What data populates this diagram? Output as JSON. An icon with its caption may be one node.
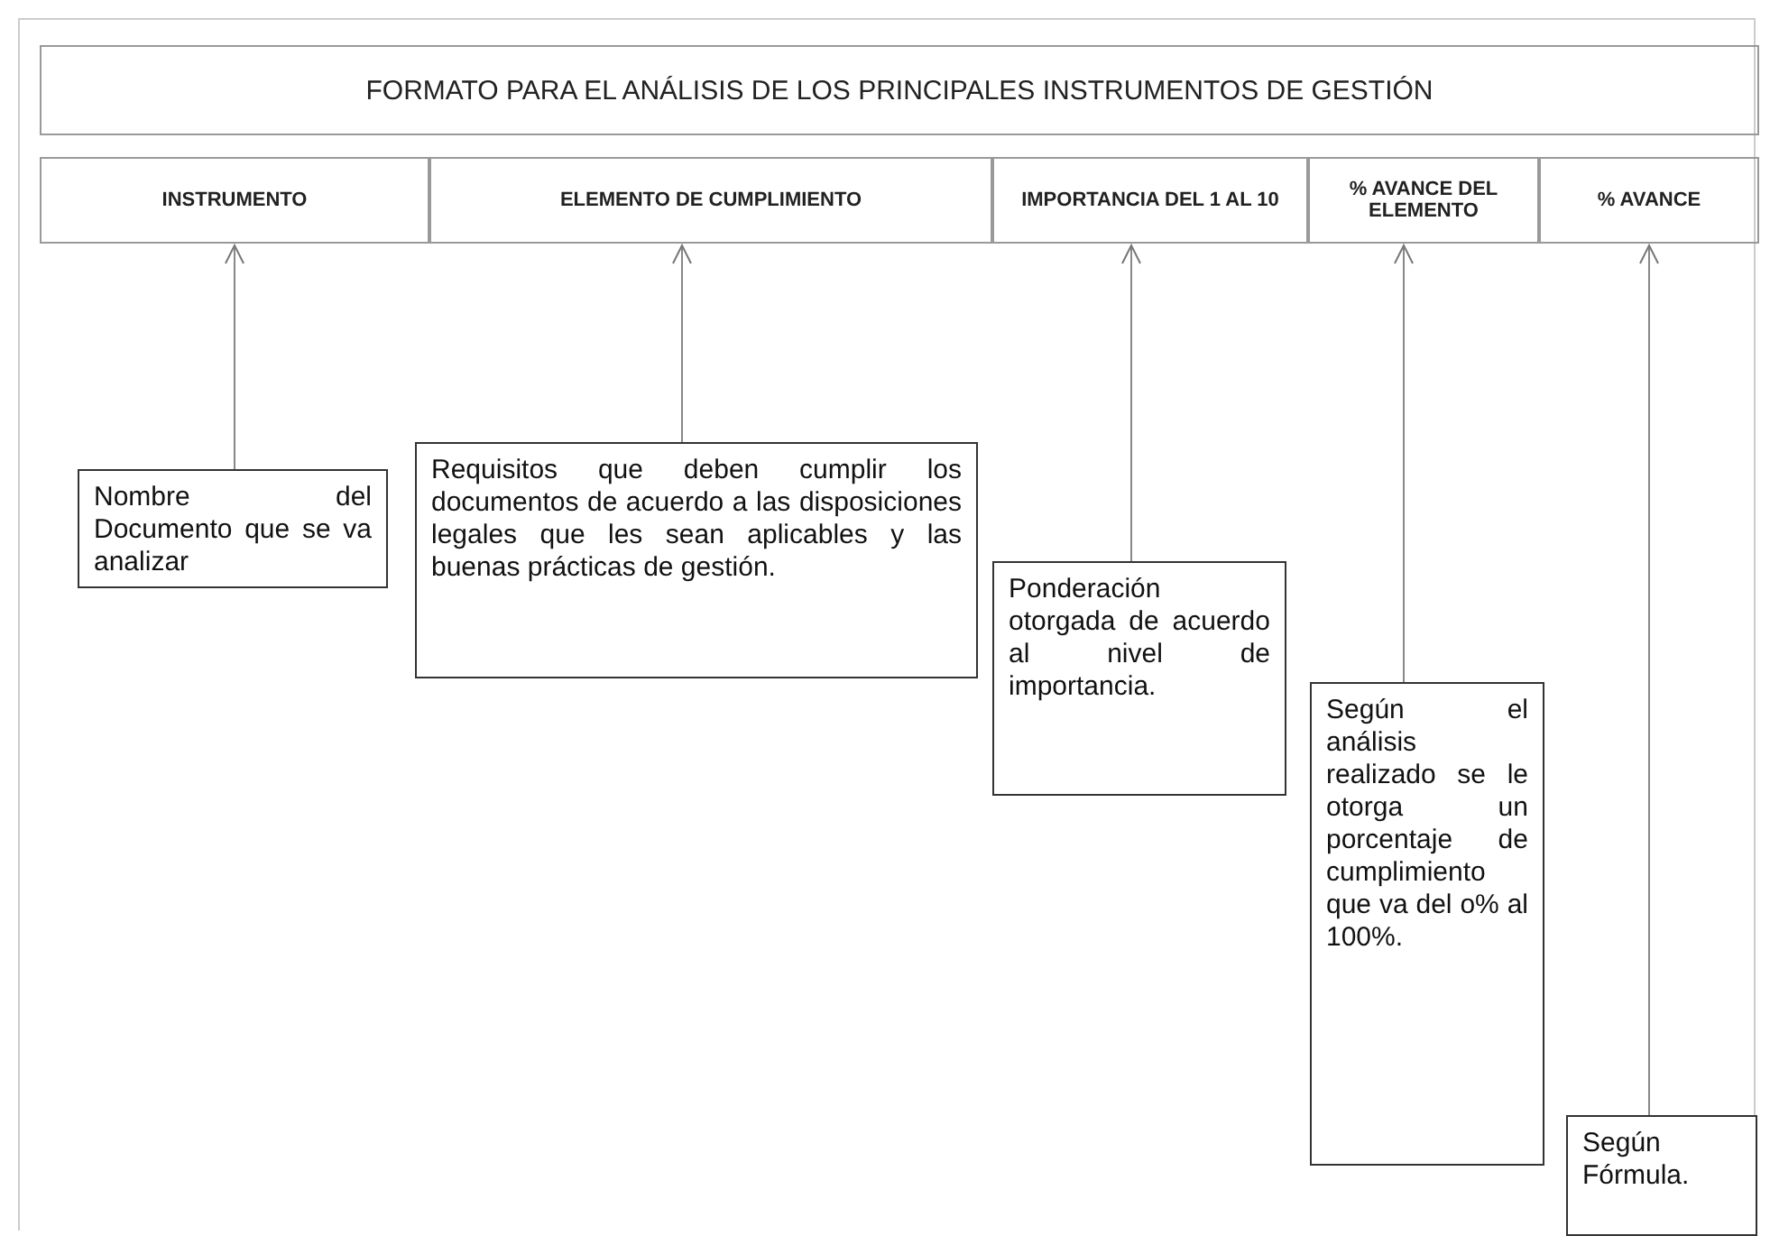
{
  "diagram": {
    "title": "FORMATO PARA EL ANÁLISIS DE LOS PRINCIPALES INSTRUMENTOS DE GESTIÓN",
    "nodes": [
      {
        "text": [
          "INSTRUMENTO"
        ]
      },
      {
        "text": [
          "ELEMENTO DE CUMPLIMIENTO"
        ]
      },
      {
        "text": [
          "IMPORTANCIA DEL 1 AL 10"
        ]
      },
      {
        "text": [
          "% AVANCE DEL ELEMENTO"
        ]
      },
      {
        "text": [
          "% AVANCE"
        ]
      },
      {
        "text": [
          "Nombre del Documento que se va analizar"
        ]
      },
      {
        "text": [
          "Requisitos que deben cumplir los documentos de acuerdo a las disposiciones legales que les sean aplicables y las buenas prácticas de gestión."
        ]
      },
      {
        "text": [
          "Ponderación otorgada de acuerdo al nivel de importancia."
        ]
      },
      {
        "text": [
          "Según el análisis realizado se le otorga un porcentaje de cumplimiento que va del o% al 100%."
        ]
      },
      {
        "text": [
          "Según Fórmula."
        ]
      }
    ],
    "edges": [
      {
        "from": 5,
        "to": 0,
        "arrow": "to"
      },
      {
        "from": 6,
        "to": 1,
        "arrow": "to"
      },
      {
        "from": 7,
        "to": 2,
        "arrow": "to"
      },
      {
        "from": 8,
        "to": 3,
        "arrow": "to"
      },
      {
        "from": 9,
        "to": 4,
        "arrow": "to"
      }
    ]
  }
}
